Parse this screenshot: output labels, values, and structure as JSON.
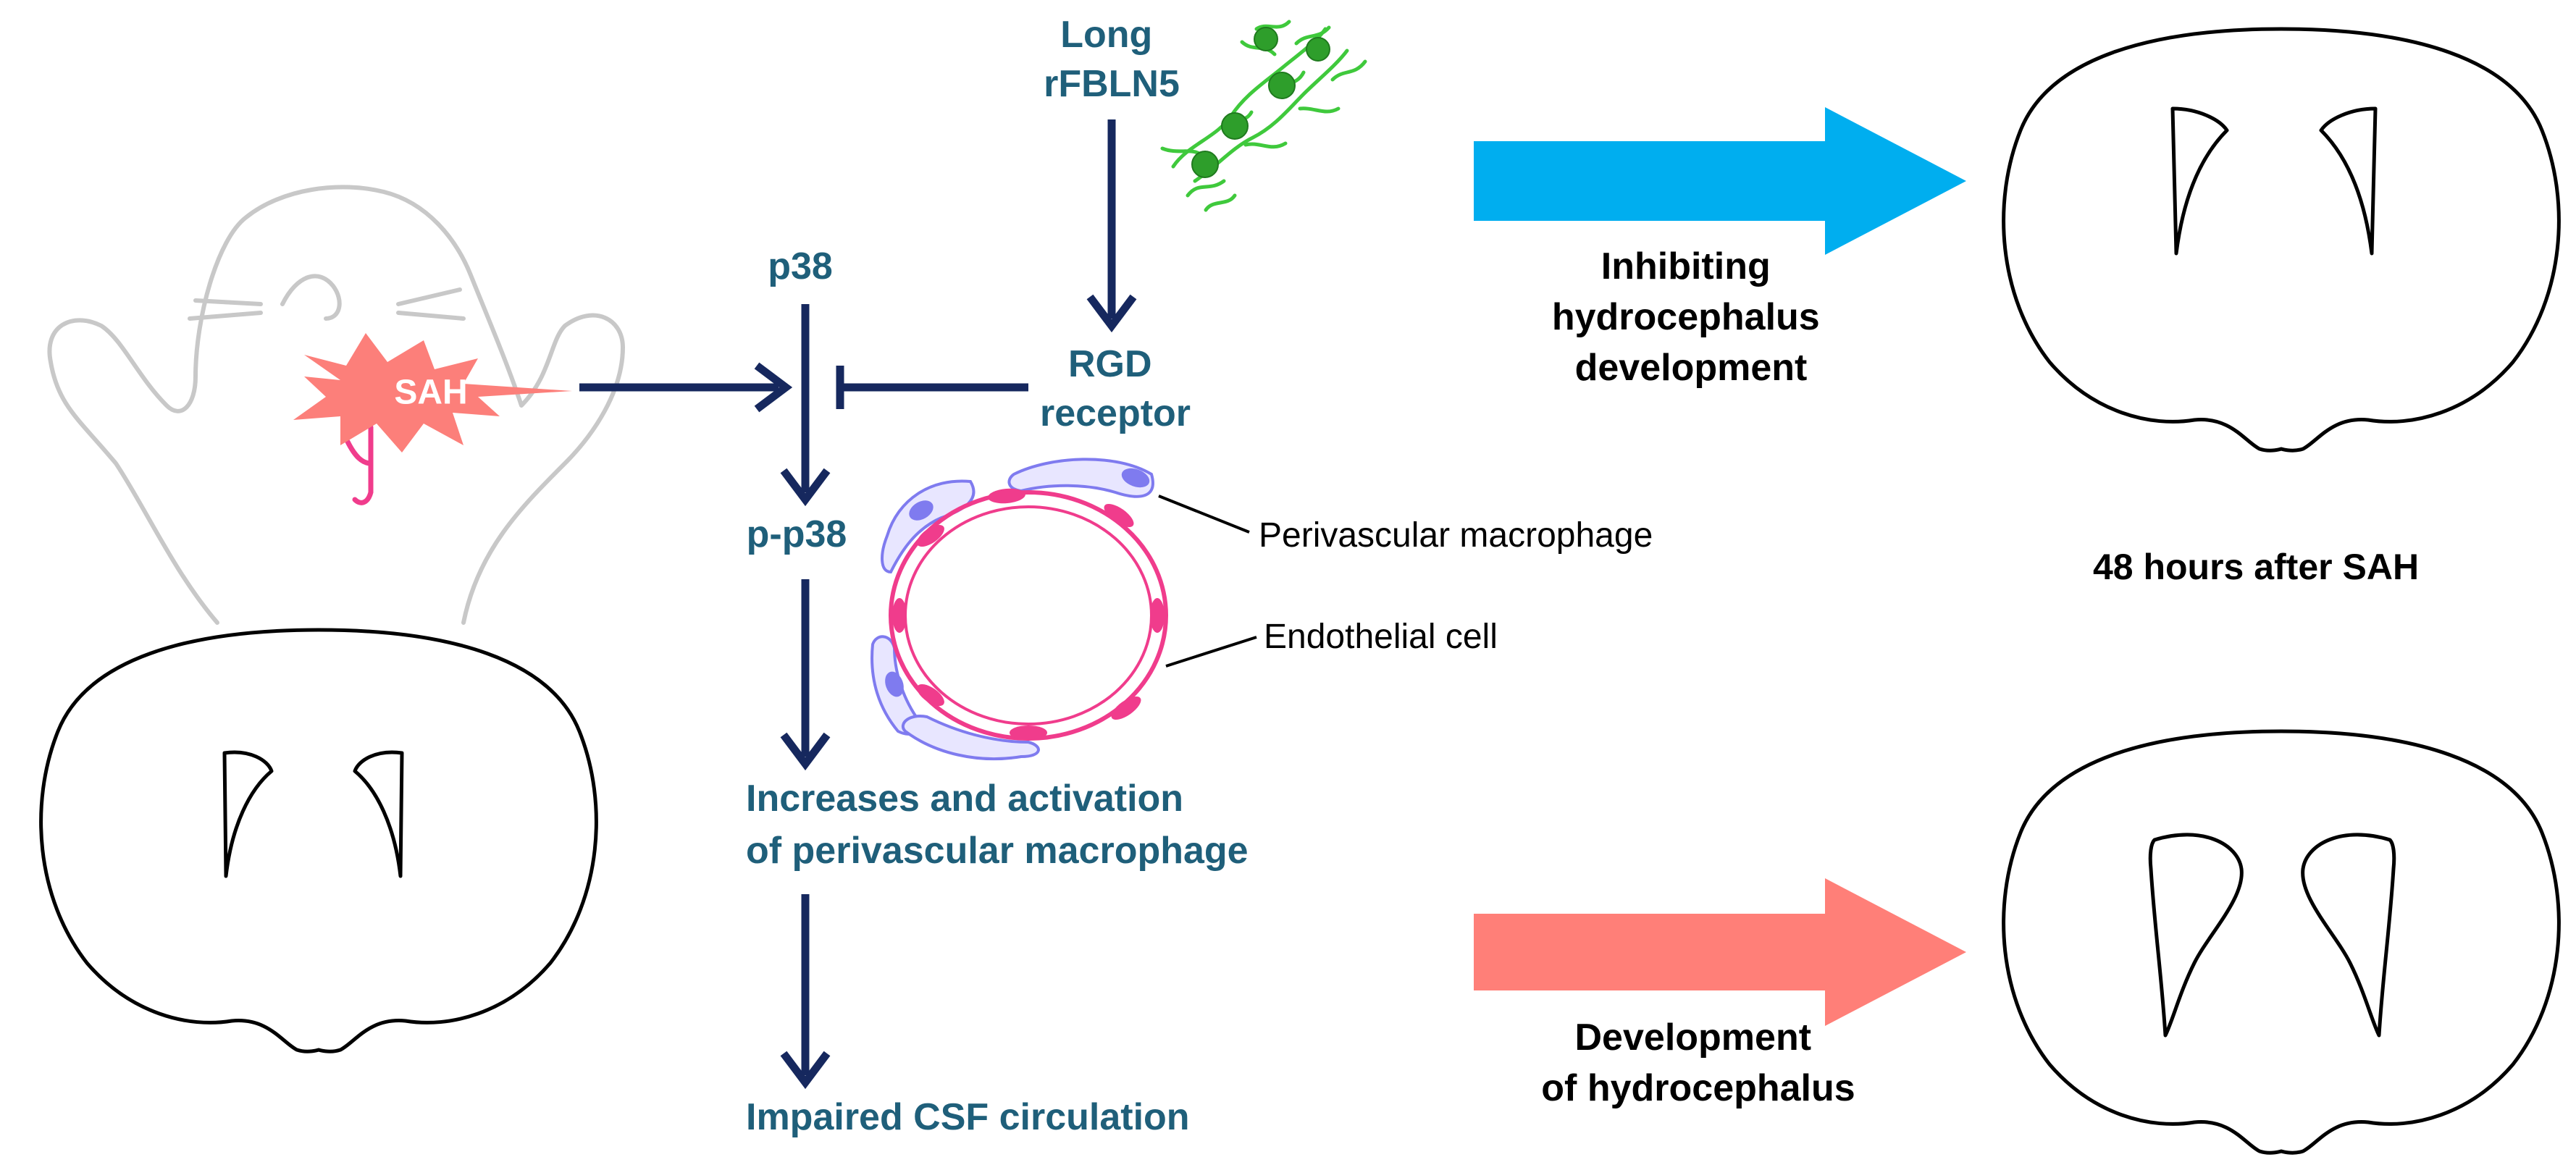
{
  "nodes": {
    "long_rfbln5": {
      "line1": "Long",
      "line2": "rFBLN5"
    },
    "p38": "p38",
    "rgd_receptor": {
      "line1": "RGD",
      "line2": "receptor"
    },
    "p_p38": "p-p38",
    "sah_burst": "SAH",
    "increases": {
      "line1": "Increases and activation",
      "line2": "of perivascular macrophage"
    },
    "impaired_csf": "Impaired CSF circulation"
  },
  "vessel_labels": {
    "perivascular_macrophage": "Perivascular macrophage",
    "endothelial_cell": "Endothelial cell"
  },
  "outcomes": {
    "inhibiting": {
      "line1": "Inhibiting",
      "line2": "hydrocephalus",
      "line3": "development"
    },
    "timepoint": "48 hours after SAH",
    "development": {
      "line1": "Development",
      "line2": "of hydrocephalus"
    }
  },
  "colors": {
    "pathway_arrow": "#16285e",
    "node_text": "#1f5f7a",
    "inhibit_arrow": "#00aeef",
    "develop_arrow": "#ff7f78",
    "sah_burst": "#fc7f7a",
    "bfln5_protein": "#3fc93c",
    "macrophage": "#7f7bef",
    "endothelium": "#f03c8c",
    "mouse_outline": "#c8c8c8"
  }
}
